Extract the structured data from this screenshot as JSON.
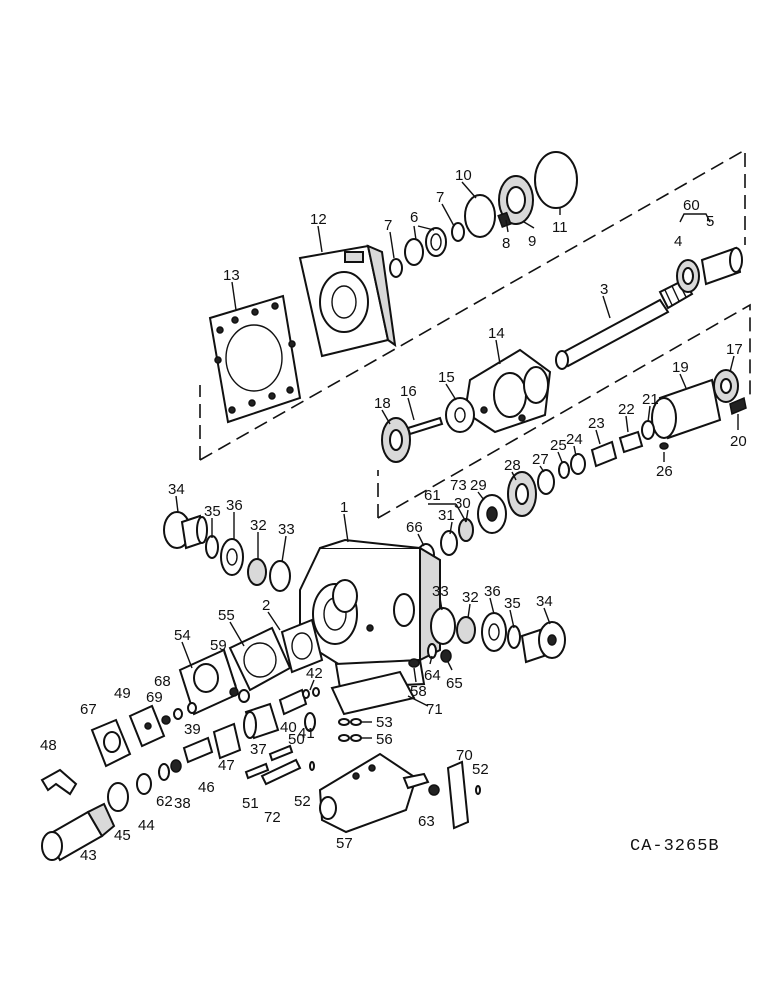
{
  "drawing_ref": "CA-3265B",
  "callouts": [
    {
      "id": "c10",
      "text": "10"
    },
    {
      "id": "c11",
      "text": "11"
    },
    {
      "id": "c12",
      "text": "12"
    },
    {
      "id": "c13",
      "text": "13"
    },
    {
      "id": "c7a",
      "text": "7"
    },
    {
      "id": "c6",
      "text": "6"
    },
    {
      "id": "c7b",
      "text": "7"
    },
    {
      "id": "c8",
      "text": "8"
    },
    {
      "id": "c9",
      "text": "9"
    },
    {
      "id": "c60",
      "text": "60"
    },
    {
      "id": "c4",
      "text": "4"
    },
    {
      "id": "c5",
      "text": "5"
    },
    {
      "id": "c3",
      "text": "3"
    },
    {
      "id": "c14",
      "text": "14"
    },
    {
      "id": "c15",
      "text": "15"
    },
    {
      "id": "c16",
      "text": "16"
    },
    {
      "id": "c18",
      "text": "18"
    },
    {
      "id": "c17",
      "text": "17"
    },
    {
      "id": "c19",
      "text": "19"
    },
    {
      "id": "c20",
      "text": "20"
    },
    {
      "id": "c21",
      "text": "21"
    },
    {
      "id": "c22",
      "text": "22"
    },
    {
      "id": "c23",
      "text": "23"
    },
    {
      "id": "c24",
      "text": "24"
    },
    {
      "id": "c25",
      "text": "25"
    },
    {
      "id": "c26",
      "text": "26"
    },
    {
      "id": "c27",
      "text": "27"
    },
    {
      "id": "c28",
      "text": "28"
    },
    {
      "id": "c29",
      "text": "29"
    },
    {
      "id": "c30",
      "text": "30"
    },
    {
      "id": "c31",
      "text": "31"
    },
    {
      "id": "c61",
      "text": "61"
    },
    {
      "id": "c73",
      "text": "73"
    },
    {
      "id": "c66",
      "text": "66"
    },
    {
      "id": "c34a",
      "text": "34"
    },
    {
      "id": "c35a",
      "text": "35"
    },
    {
      "id": "c36a",
      "text": "36"
    },
    {
      "id": "c32a",
      "text": "32"
    },
    {
      "id": "c33a",
      "text": "33"
    },
    {
      "id": "c1",
      "text": "1"
    },
    {
      "id": "c2",
      "text": "2"
    },
    {
      "id": "c55",
      "text": "55"
    },
    {
      "id": "c54",
      "text": "54"
    },
    {
      "id": "c59",
      "text": "59"
    },
    {
      "id": "c33b",
      "text": "33"
    },
    {
      "id": "c32b",
      "text": "32"
    },
    {
      "id": "c36b",
      "text": "36"
    },
    {
      "id": "c35b",
      "text": "35"
    },
    {
      "id": "c34b",
      "text": "34"
    },
    {
      "id": "c64",
      "text": "64"
    },
    {
      "id": "c65",
      "text": "65"
    },
    {
      "id": "c58",
      "text": "58"
    },
    {
      "id": "c42",
      "text": "42"
    },
    {
      "id": "c71",
      "text": "71"
    },
    {
      "id": "c67",
      "text": "67"
    },
    {
      "id": "c49",
      "text": "49"
    },
    {
      "id": "c68",
      "text": "68"
    },
    {
      "id": "c69",
      "text": "69"
    },
    {
      "id": "c39",
      "text": "39"
    },
    {
      "id": "c40",
      "text": "40"
    },
    {
      "id": "c41",
      "text": "41"
    },
    {
      "id": "c53",
      "text": "53"
    },
    {
      "id": "c37",
      "text": "37"
    },
    {
      "id": "c50",
      "text": "50"
    },
    {
      "id": "c56",
      "text": "56"
    },
    {
      "id": "c48",
      "text": "48"
    },
    {
      "id": "c47",
      "text": "47"
    },
    {
      "id": "c46",
      "text": "46"
    },
    {
      "id": "c38",
      "text": "38"
    },
    {
      "id": "c62",
      "text": "62"
    },
    {
      "id": "c44",
      "text": "44"
    },
    {
      "id": "c45",
      "text": "45"
    },
    {
      "id": "c43",
      "text": "43"
    },
    {
      "id": "c51",
      "text": "51"
    },
    {
      "id": "c72",
      "text": "72"
    },
    {
      "id": "c52a",
      "text": "52"
    },
    {
      "id": "c57",
      "text": "57"
    },
    {
      "id": "c70",
      "text": "70"
    },
    {
      "id": "c52b",
      "text": "52"
    },
    {
      "id": "c63",
      "text": "63"
    }
  ]
}
